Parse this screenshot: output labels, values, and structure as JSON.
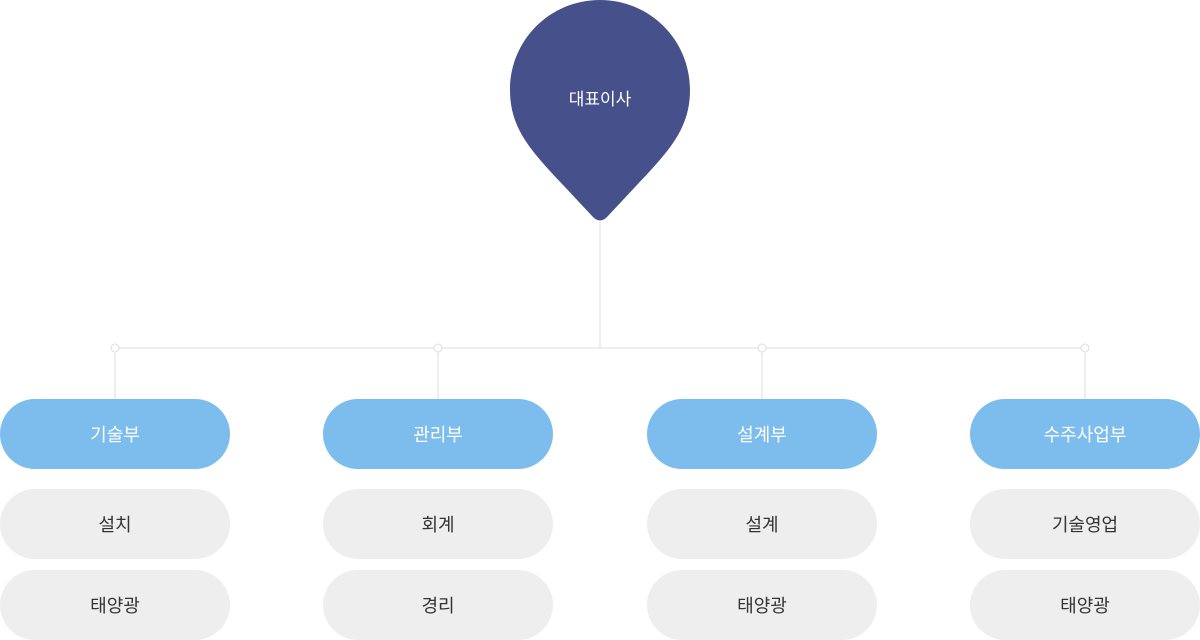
{
  "colors": {
    "ceo": "#46508a",
    "department": "#7dbdee",
    "team": "#eeeeee",
    "line": "#dddddd"
  },
  "ceo": {
    "label": "대표이사"
  },
  "departments": [
    {
      "label": "기술부",
      "teams": [
        "설치",
        "태양광"
      ]
    },
    {
      "label": "관리부",
      "teams": [
        "회계",
        "경리"
      ]
    },
    {
      "label": "설계부",
      "teams": [
        "설계",
        "태양광"
      ]
    },
    {
      "label": "수주사업부",
      "teams": [
        "기술영업",
        "태양광"
      ]
    }
  ]
}
